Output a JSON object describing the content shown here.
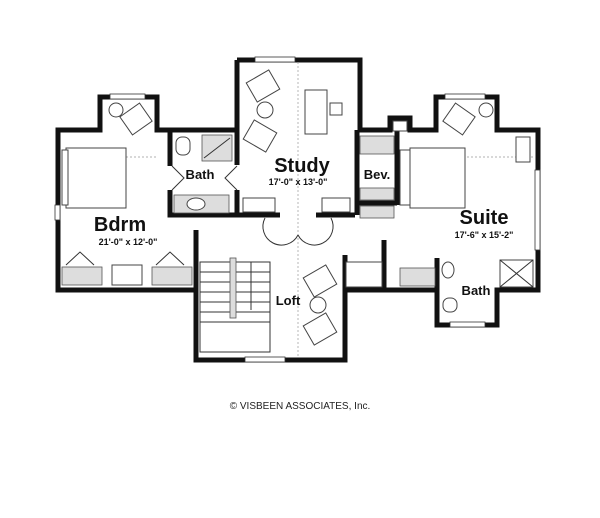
{
  "rooms": {
    "bdrm": {
      "name": "Bdrm",
      "size": "21'-0\" x 12'-0\""
    },
    "bath_left": {
      "name": "Bath"
    },
    "study": {
      "name": "Study",
      "size": "17'-0\" x 13'-0\""
    },
    "bev": {
      "name": "Bev."
    },
    "suite": {
      "name": "Suite",
      "size": "17'-6\" x 15'-2\""
    },
    "bath_right": {
      "name": "Bath"
    },
    "loft": {
      "name": "Loft"
    }
  },
  "copyright": "© VISBEEN ASSOCIATES, Inc."
}
